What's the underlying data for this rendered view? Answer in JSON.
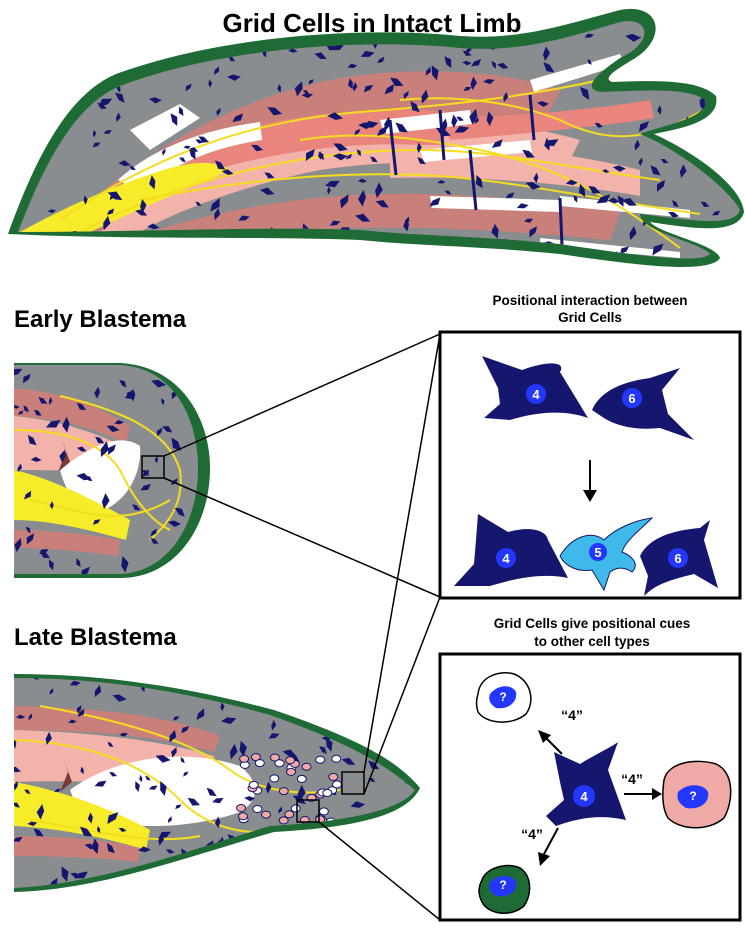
{
  "title": "Grid Cells in Intact Limb",
  "early_label": "Early Blastema",
  "late_label": "Late Blastema",
  "box1": {
    "heading_line1": "Positional interaction between",
    "heading_line2": "Grid Cells",
    "cell_a": "4",
    "cell_b": "6",
    "cell_c": "4",
    "cell_new": "5",
    "cell_d": "6"
  },
  "box2": {
    "heading_line1": "Grid Cells give positional cues",
    "heading_line2": "to other cell types",
    "center_cell": "4",
    "cue_up": "“4”",
    "cue_right": "“4”",
    "cue_down": "“4”",
    "unknown_white": "?",
    "unknown_pink": "?",
    "unknown_green": "?"
  },
  "colors": {
    "epidermis": "#1f6b35",
    "mesenchyme": "#8a8d8f",
    "muscle": "#c9807b",
    "muscle_light": "#f3b3aa",
    "bone": "#ffffff",
    "nerve": "#f4dd1f",
    "nerve_thick": "#f7ec2a",
    "grid_cell": "#15166e",
    "grid_cell_new": "#3fb8ea",
    "nucleus": "#2437ff",
    "pink_cell": "#f0aaa5",
    "green_cell": "#1f6b35"
  }
}
